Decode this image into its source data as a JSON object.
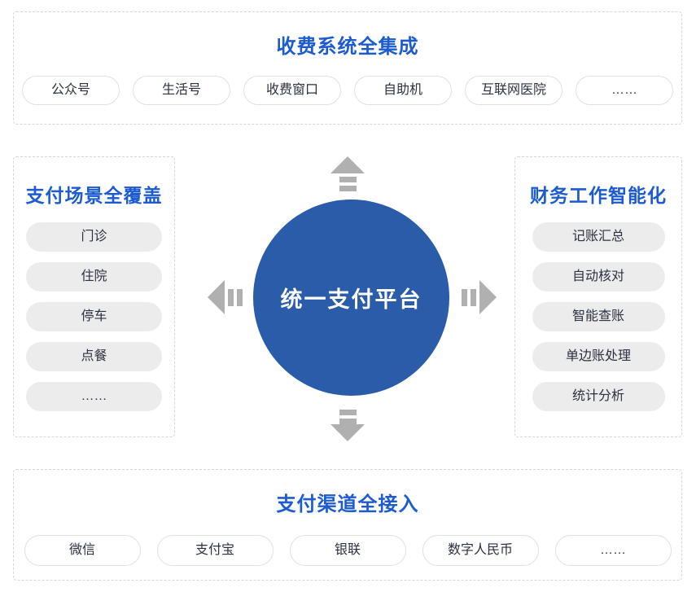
{
  "colors": {
    "title_blue": "#1c5bd0",
    "circle_blue": "#2a5caa",
    "pill_gray": "#ececec",
    "pill_border": "#dfe1e5",
    "panel_border": "#d7d7d7",
    "text_dark": "#2c3142",
    "arrow_gray": "#b0b0b0",
    "background": "#ffffff"
  },
  "center": {
    "label": "统一支付平台"
  },
  "arrows": {
    "up": "arrow-up-icon",
    "down": "arrow-down-icon",
    "left": "arrow-left-icon",
    "right": "arrow-right-icon"
  },
  "top_panel": {
    "title": "收费系统全集成",
    "items": [
      {
        "label": "公众号"
      },
      {
        "label": "生活号"
      },
      {
        "label": "收费窗口"
      },
      {
        "label": "自助机"
      },
      {
        "label": "互联网医院"
      },
      {
        "label": "……"
      }
    ]
  },
  "left_panel": {
    "title": "支付场景全覆盖",
    "items": [
      {
        "label": "门诊"
      },
      {
        "label": "住院"
      },
      {
        "label": "停车"
      },
      {
        "label": "点餐"
      },
      {
        "label": "……"
      }
    ]
  },
  "right_panel": {
    "title": "财务工作智能化",
    "items": [
      {
        "label": "记账汇总"
      },
      {
        "label": "自动核对"
      },
      {
        "label": "智能查账"
      },
      {
        "label": "单边账处理"
      },
      {
        "label": "统计分析"
      }
    ]
  },
  "bottom_panel": {
    "title": "支付渠道全接入",
    "items": [
      {
        "label": "微信"
      },
      {
        "label": "支付宝"
      },
      {
        "label": "银联"
      },
      {
        "label": "数字人民币"
      },
      {
        "label": "……"
      }
    ]
  }
}
